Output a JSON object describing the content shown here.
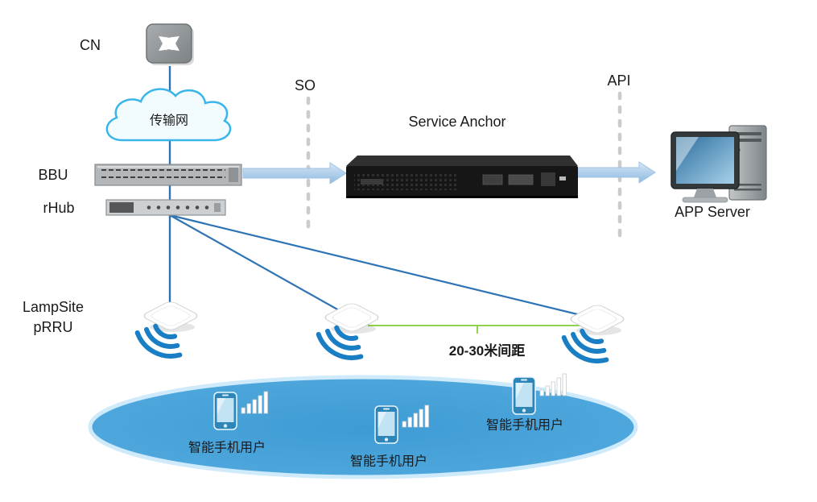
{
  "labels": {
    "cn": "CN",
    "transport_network": "传输网",
    "bbu": "BBU",
    "rhub": "rHub",
    "lampsite": "LampSite",
    "prru": "pRRU",
    "so": "SO",
    "api": "API",
    "service_anchor": "Service Anchor",
    "app_server": "APP Server",
    "spacing": "20-30米间距",
    "smartphone_users": [
      "智能手机用户",
      "智能手机用户",
      "智能手机用户"
    ]
  },
  "icons": {
    "router": "core-network-switch-icon",
    "cloud": "transport-network-cloud",
    "rack_bbu": "bbu-rack-icon",
    "rack_rhub": "rhub-rack-icon",
    "server": "service-anchor-server-icon",
    "computer": "app-server-computer-icon",
    "prru": "prru-access-point-icon",
    "wifi": "wifi-waves-icon",
    "phone": "smartphone-icon",
    "bars": "signal-bars-icon"
  },
  "colors": {
    "link_blue": "#2e74b5",
    "wifi_blue": "#1a7ec5",
    "arrow_blue": "#9ec3e4",
    "coverage_ellipse_fill": "#4aa5dc",
    "coverage_ellipse_rim": "#cfeafa",
    "dashed_gray": "#cbcbcb",
    "spacing_green": "#92d050",
    "cloud_stroke": "#3ab5ea"
  }
}
